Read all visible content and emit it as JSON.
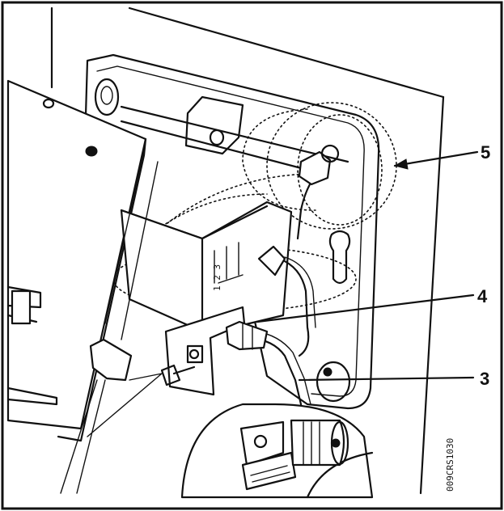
{
  "figure": {
    "callouts": [
      {
        "label": "5"
      },
      {
        "label": "4"
      },
      {
        "label": "3"
      }
    ],
    "drawing_code": "009CRS1030"
  }
}
